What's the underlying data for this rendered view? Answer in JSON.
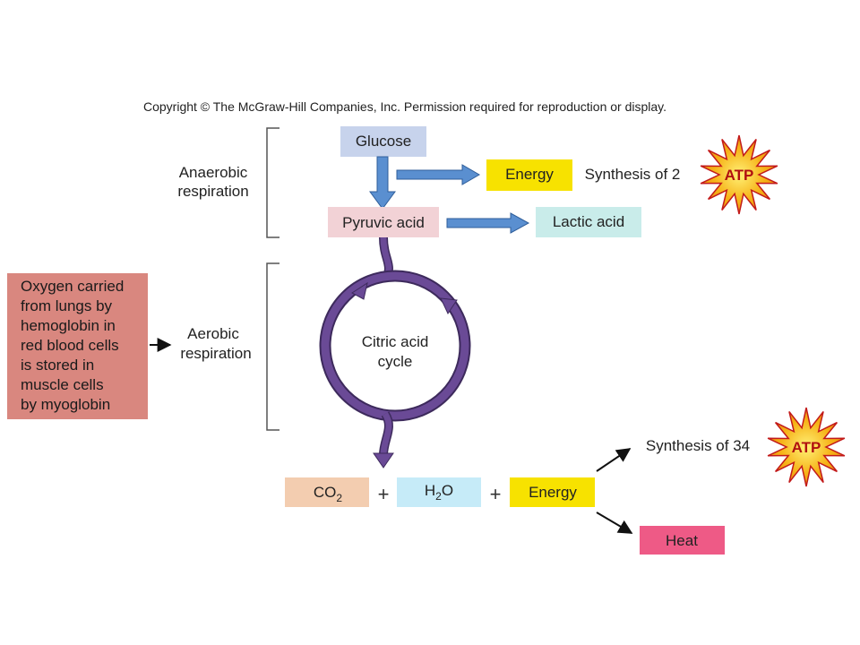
{
  "copyright": "Copyright © The McGraw-Hill Companies, Inc. Permission required for reproduction or display.",
  "labels": {
    "anaerobic_line1": "Anaerobic",
    "anaerobic_line2": "respiration",
    "aerobic_line1": "Aerobic",
    "aerobic_line2": "respiration",
    "cycle_line1": "Citric acid",
    "cycle_line2": "cycle"
  },
  "boxes": {
    "glucose": "Glucose",
    "pyruvic": "Pyruvic acid",
    "energy_top": "Energy",
    "lactic": "Lactic acid",
    "co2_main": "CO",
    "co2_sub": "2",
    "h2o_pre": "H",
    "h2o_sub": "2",
    "h2o_post": "O",
    "energy_bottom": "Energy",
    "heat": "Heat"
  },
  "synthesis": {
    "top": "Synthesis of 2",
    "bottom": "Synthesis of 34"
  },
  "atp": "ATP",
  "plus": "+",
  "oxygen_lines": [
    "Oxygen carried",
    "from lungs by",
    "hemoglobin in",
    "red blood cells",
    "is stored in",
    "muscle cells",
    "by myoglobin"
  ],
  "colors": {
    "glucose": "#c7d3ec",
    "pyruvic": "#f2d2d6",
    "energy": "#f7e200",
    "lactic": "#c9ecea",
    "co2": "#f3cdb0",
    "h2o": "#c6ebf8",
    "heat": "#ee5a86",
    "oxygen_box": "#d9877f",
    "blue_arrow": "#5a8fd0",
    "cycle": "#6a4a96",
    "atp_burst": "#f6b318"
  }
}
